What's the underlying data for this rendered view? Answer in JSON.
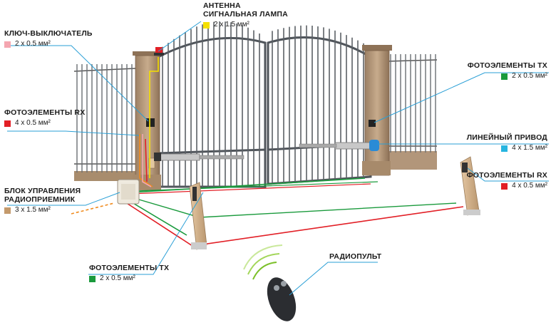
{
  "labels": {
    "key_switch": {
      "title": "КЛЮЧ-ВЫКЛЮЧАТЕЛЬ",
      "spec": "2 x 0.5 мм²",
      "color": "#f4a6b0"
    },
    "antenna": {
      "title1": "АНТЕННА",
      "title2": "СИГНАЛЬНАЯ ЛАМПА",
      "spec": "2 x 1.5 мм²",
      "color": "#f5e000"
    },
    "photo_rx_left": {
      "title": "ФОТОЭЛЕМЕНТЫ RX",
      "spec": "4 x 0.5 мм²",
      "color": "#e21f26"
    },
    "control_unit": {
      "title1": "БЛОК УПРАВЛЕНИЯ",
      "title2": "РАДИОПРИЕМНИК",
      "spec": "3 x 1.5 мм²",
      "color": "#c49a6c"
    },
    "photo_tx_bottom": {
      "title": "ФОТОЭЛЕМЕНТЫ TX",
      "spec": "2 x 0.5 мм²",
      "color": "#1a9a3c"
    },
    "remote": {
      "title": "РАДИОПУЛЬТ"
    },
    "photo_tx_right": {
      "title": "ФОТОЭЛЕМЕНТЫ TX",
      "spec": "2 x 0.5 мм²",
      "color": "#1a9a3c"
    },
    "linear_drive": {
      "title": "ЛИНЕЙНЫЙ ПРИВОД",
      "spec": "4 x 1.5 мм²",
      "color": "#27b5e0"
    },
    "photo_rx_right": {
      "title": "ФОТОЭЛЕМЕНТЫ RX",
      "spec": "4 x 0.5 мм²",
      "color": "#e21f26"
    }
  },
  "colors": {
    "leader": "#2a9fd6",
    "wire_red": "#e21f26",
    "wire_green": "#1a9a3c",
    "wire_yellow": "#f5e000",
    "wire_orange": "#f08a1c",
    "wire_pink": "#f4a6b0",
    "gate_metal": "#555a60",
    "pillar": "#b89c7d"
  }
}
